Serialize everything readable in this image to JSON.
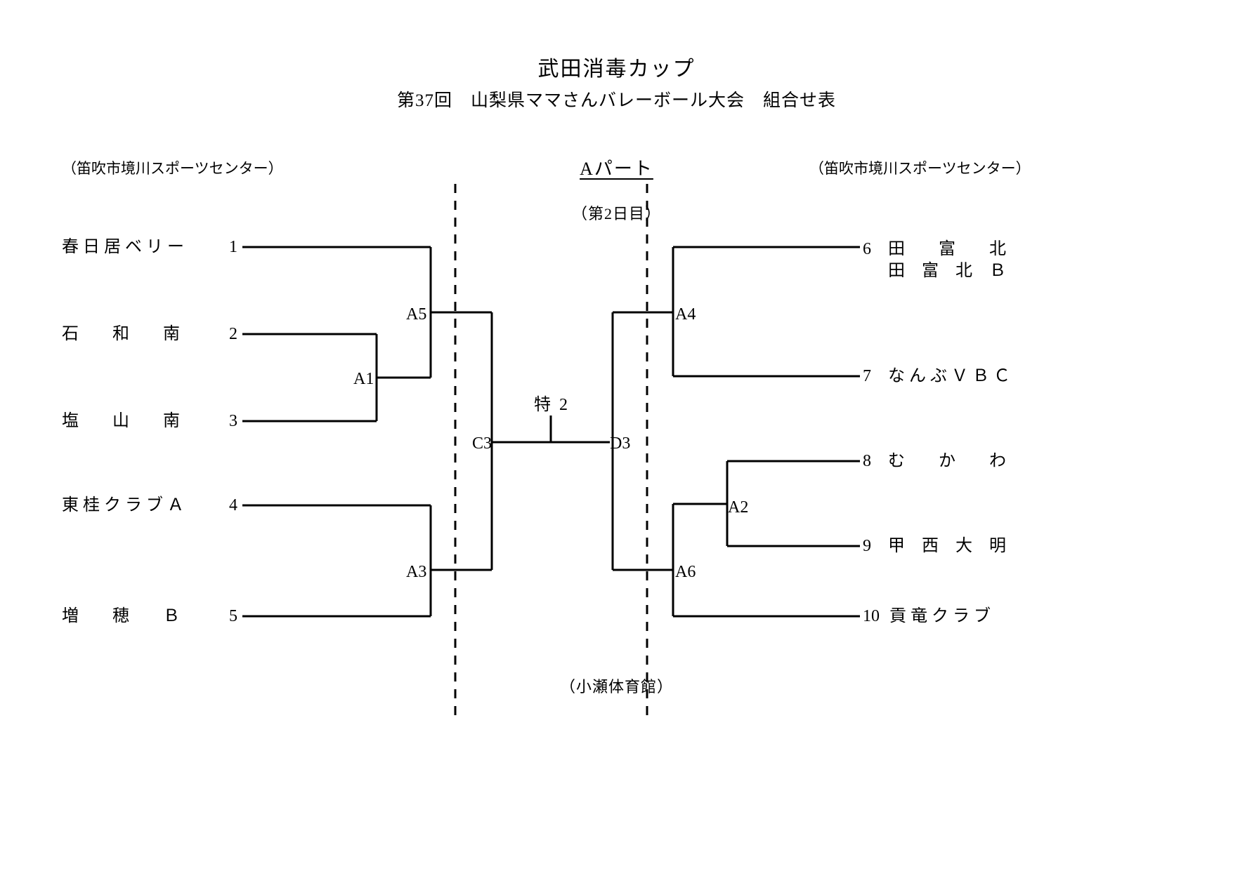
{
  "header": {
    "title": "武田消毒カップ",
    "subtitle": "第37回　山梨県ママさんバレーボール大会　組合せ表"
  },
  "bracket": {
    "part_label": "Aパート",
    "day_label": "（第2日目）",
    "venue_left": "（笛吹市境川スポーツセンター）",
    "venue_right": "（笛吹市境川スポーツセンター）",
    "venue_bottom": "（小瀬体育館）",
    "special_match": "特 2"
  },
  "teams_left": [
    {
      "seed": "1",
      "name": "春 日 居 ベ リ ー"
    },
    {
      "seed": "2",
      "name": "石　　和　　南"
    },
    {
      "seed": "3",
      "name": "塩　　山　　南"
    },
    {
      "seed": "4",
      "name": "東 桂 ク ラ ブ Ａ"
    },
    {
      "seed": "5",
      "name": "増　　穂　　Ｂ"
    }
  ],
  "teams_right": [
    {
      "seed": "6",
      "name": "田　　富　　北",
      "name_alt": "田　富　北　Ｂ"
    },
    {
      "seed": "7",
      "name": "な ん ぶ Ｖ Ｂ Ｃ"
    },
    {
      "seed": "8",
      "name": "む　　か　　わ"
    },
    {
      "seed": "9",
      "name": "甲　西　大　明"
    },
    {
      "seed": "10",
      "name": "貢 竜 ク ラ ブ"
    }
  ],
  "match_codes": {
    "a1": "A1",
    "a2": "A2",
    "a3": "A3",
    "a4": "A4",
    "a5": "A5",
    "a6": "A6",
    "c3": "C3",
    "d3": "D3"
  },
  "colors": {
    "line": "#000000",
    "background": "#ffffff"
  }
}
